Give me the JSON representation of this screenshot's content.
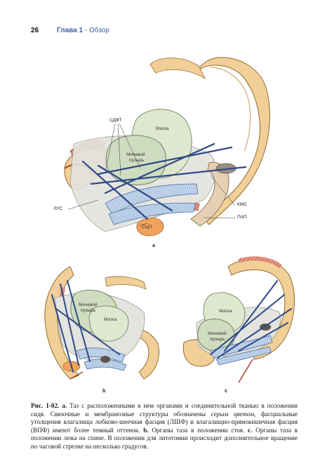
{
  "header": {
    "page_number": "26",
    "chapter_label": "Глава 1",
    "chapter_sep": " - ",
    "chapter_title": "Обзор"
  },
  "figure_a": {
    "letter": "a",
    "labels": {
      "sdft": "СДФТ",
      "uterus": "Матка",
      "bladder_line1": "Мочевой",
      "bladder_line2": "пузырь",
      "lus": "ЛУС",
      "scp": "СЦП",
      "kms": "КМС",
      "pap": "ПАП"
    }
  },
  "figure_b": {
    "letter": "b",
    "labels": {
      "bladder_line1": "Мочевой",
      "bladder_line2": "пузырь",
      "uterus": "Матка"
    }
  },
  "figure_c": {
    "letter": "c",
    "labels": {
      "uterus": "Матка",
      "bladder_line1": "Мочевой",
      "bladder_line2": "пузырь"
    }
  },
  "caption": {
    "fig_ref": "Рис. 1-02.",
    "a_mark": "а.",
    "text_1": "Таз с расположенными в нем органами и соединительной тканью в положении сидя. Связочные и мембранозные структуры обозначены",
    "italic_1": "серым цветом,",
    "text_2": "фасциальные утолщения влагалища лобково-шеечная фасция (ЛШФ) и влагалищно-прямокишечная фасция (ВПФ) имеют более темный оттенок.",
    "b_mark": "b.",
    "text_3": "Органы таза в положении стоя.",
    "c_mark": "c.",
    "text_4": "Органы таза в положении лежа на спине. В положении для литотомии происходит дополнительное вращение по часовой стрелке на несколько градусов."
  }
}
